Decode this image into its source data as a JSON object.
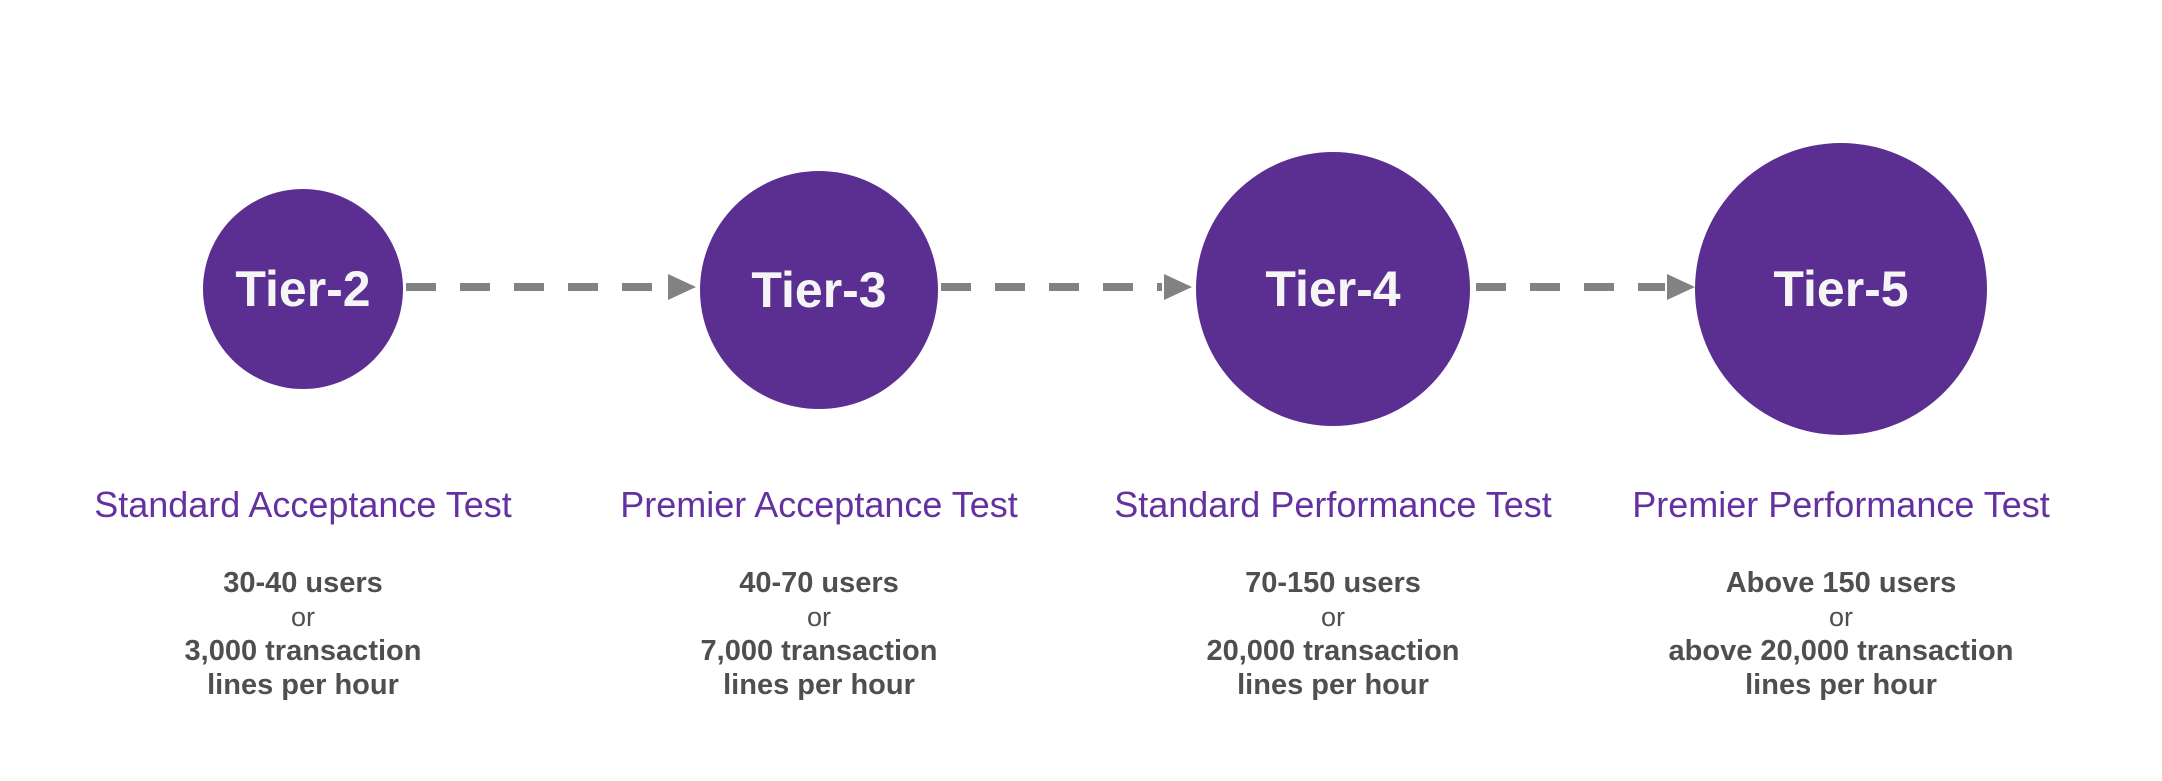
{
  "diagram": {
    "background": "#ffffff",
    "colors": {
      "circle": "#5B2E91",
      "tier_label": "#F5F5F5",
      "title": "#6432A0",
      "detail": "#4F4F51",
      "arrow": "#828282",
      "background": "#ffffff"
    },
    "tiers": [
      {
        "label": "Tier-2",
        "title": "Standard Acceptance Test",
        "users": "30-40 users",
        "or": "or",
        "transaction": "3,000 transaction",
        "per_hour": "lines per hour"
      },
      {
        "label": "Tier-3",
        "title": "Premier Acceptance Test",
        "users": "40-70 users",
        "or": "or",
        "transaction": "7,000 transaction",
        "per_hour": "lines per hour"
      },
      {
        "label": "Tier-4",
        "title": "Standard Performance Test",
        "users": "70-150 users",
        "or": "or",
        "transaction": "20,000 transaction",
        "per_hour": "lines per hour"
      },
      {
        "label": "Tier-5",
        "title": "Premier Performance Test",
        "users": "Above 150 users",
        "or": "or",
        "transaction": "above 20,000 transaction",
        "per_hour": "lines per hour"
      }
    ]
  }
}
